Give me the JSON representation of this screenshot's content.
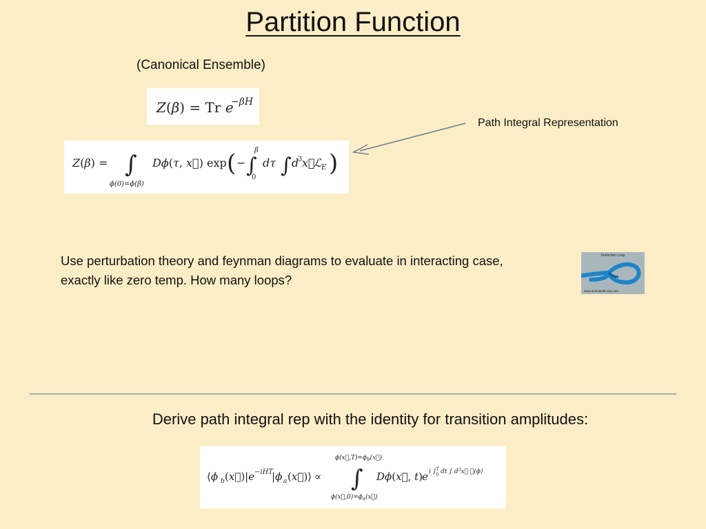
{
  "slide": {
    "title": "Partition Function",
    "subtitle": "(Canonical Ensemble)",
    "path_integral_label": "Path Integral Representation",
    "body_line1": "Use perturbation theory and feynman diagrams to evaluate in interacting case,",
    "body_line2": "exactly like zero temp. How many loops?",
    "loop_image": {
      "caption_top": "Perfection Loop",
      "caption_bottom": "www.animatedknots.com"
    },
    "derive_text": "Derive path integral rep with the identity for transition amplitudes:"
  },
  "colors": {
    "background": "#fbedc6",
    "arrow": "#6f7c91",
    "divider": "#a6aab3",
    "rope": "#1c84c8"
  }
}
